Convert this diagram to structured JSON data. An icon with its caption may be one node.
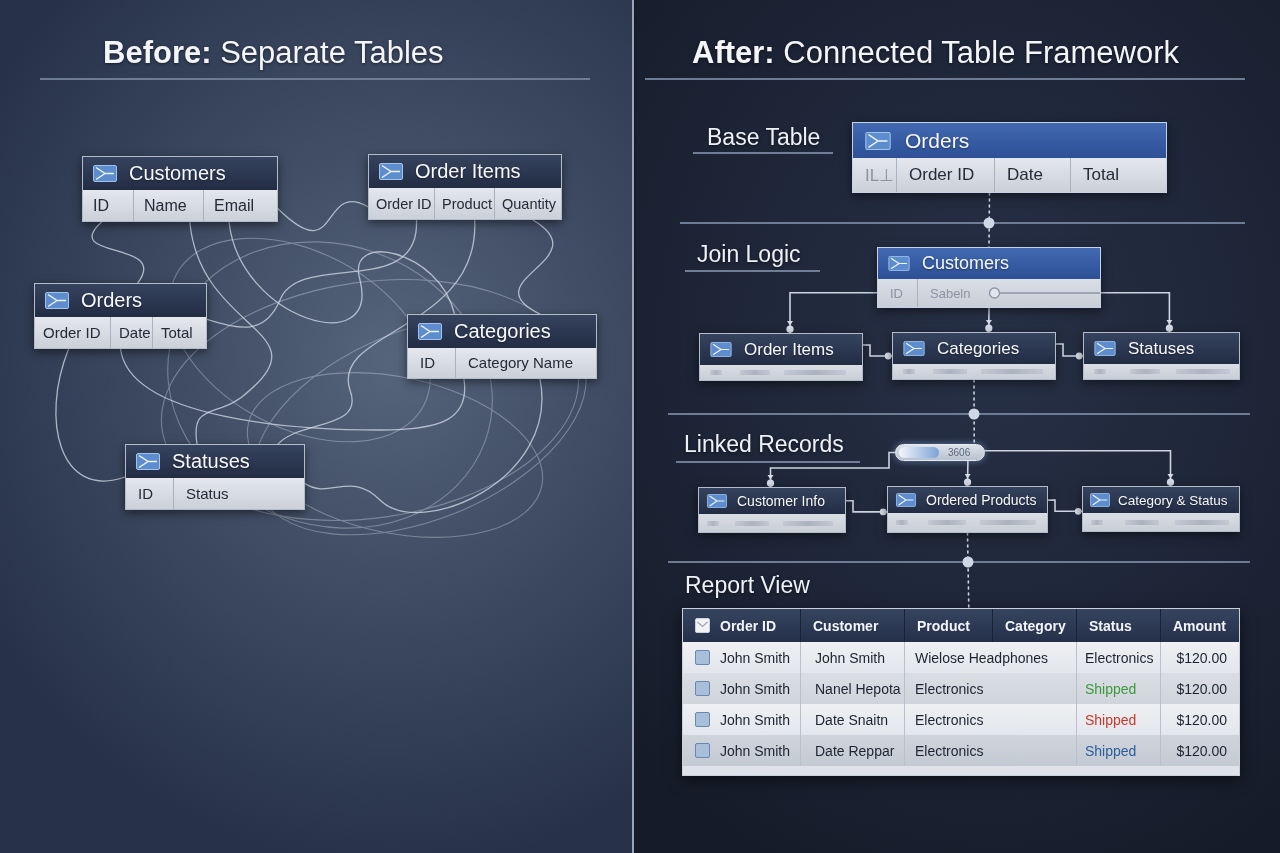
{
  "diagram": {
    "nodes": [
      {
        "text": [
          "**Before:** Separate Tables"
        ]
      },
      {
        "text": [
          "Customers",
          "ID",
          "Name",
          "Email"
        ],
        "in": 0
      },
      {
        "text": [
          "Order Items",
          "Order ID",
          "Product",
          "Quantity"
        ],
        "in": 0
      },
      {
        "text": [
          "Orders",
          "Order ID",
          "Date",
          "Total"
        ],
        "in": 0
      },
      {
        "text": [
          "Categories",
          "ID",
          "Category Name"
        ],
        "in": 0
      },
      {
        "text": [
          "Statuses",
          "ID",
          "Status"
        ],
        "in": 0
      },
      {
        "text": [
          "**After:** Connected Table Framework"
        ]
      },
      {
        "text": [
          "Orders",
          "IL⊥",
          "Order ID",
          "Date",
          "Total"
        ],
        "in": 6
      },
      {
        "text": [
          "Customers",
          "ID",
          "Sabeln"
        ],
        "in": 6
      },
      {
        "text": [
          "Order Items"
        ],
        "in": 6
      },
      {
        "text": [
          "Categories"
        ],
        "in": 6
      },
      {
        "text": [
          "Statuses"
        ],
        "in": 6
      },
      {
        "text": [
          "3606"
        ],
        "in": 6
      },
      {
        "text": [
          "Customer Info"
        ],
        "in": 6
      },
      {
        "text": [
          "Ordered Products"
        ],
        "in": 6
      },
      {
        "text": [
          "Category & Status"
        ],
        "in": 6
      },
      {
        "text": [
          "Order ID",
          "Customer",
          "Product",
          "Category",
          "Status",
          "Amount",
          "John Smith",
          "John Smith",
          "Wielose Headphones",
          "Electronics",
          "$120.00",
          "John Smith",
          "Nanel Hepota",
          "Electronics",
          "Shipped",
          "$120.00",
          "John Smith",
          "Date Snaitn",
          "Electronics",
          "Shipped",
          "$120.00",
          "John Smith",
          "Date Reppar",
          "Electronics",
          "Shipped",
          "$120.00"
        ],
        "in": 6
      }
    ],
    "edges": [
      {
        "from": 1,
        "to": 4,
        "arrow": "none"
      },
      {
        "from": 1,
        "to": 5,
        "arrow": "none"
      },
      {
        "from": 2,
        "to": 3,
        "arrow": "none"
      },
      {
        "from": 2,
        "to": 5,
        "arrow": "none"
      },
      {
        "from": 3,
        "to": 4,
        "arrow": "none"
      },
      {
        "from": 3,
        "to": 5,
        "arrow": "none"
      },
      {
        "from": 1,
        "to": 2,
        "arrow": "none"
      },
      {
        "from": 4,
        "to": 5,
        "arrow": "none"
      },
      {
        "from": 2,
        "to": 4,
        "arrow": "none"
      },
      {
        "from": 1,
        "to": 3,
        "arrow": "none"
      },
      {
        "from": 7,
        "to": 8,
        "arrow": "none",
        "style": "dashed"
      },
      {
        "from": 8,
        "to": 9,
        "arrow": "to"
      },
      {
        "from": 8,
        "to": 10,
        "arrow": "to"
      },
      {
        "from": 8,
        "to": 11,
        "arrow": "to"
      },
      {
        "from": 9,
        "to": 10,
        "arrow": "other"
      },
      {
        "from": 10,
        "to": 11,
        "arrow": "other"
      },
      {
        "from": 10,
        "to": 12,
        "arrow": "none",
        "style": "dashed"
      },
      {
        "from": 12,
        "to": 13,
        "arrow": "to"
      },
      {
        "from": 12,
        "to": 14,
        "arrow": "to"
      },
      {
        "from": 12,
        "to": 15,
        "arrow": "to"
      },
      {
        "from": 13,
        "to": 14,
        "arrow": "other"
      },
      {
        "from": 14,
        "to": 15,
        "arrow": "other"
      },
      {
        "from": 14,
        "to": 16,
        "arrow": "none",
        "style": "dashed"
      }
    ],
    "labels": [
      "Base Table",
      "Join Logic",
      "Linked Records",
      "Report View"
    ]
  }
}
